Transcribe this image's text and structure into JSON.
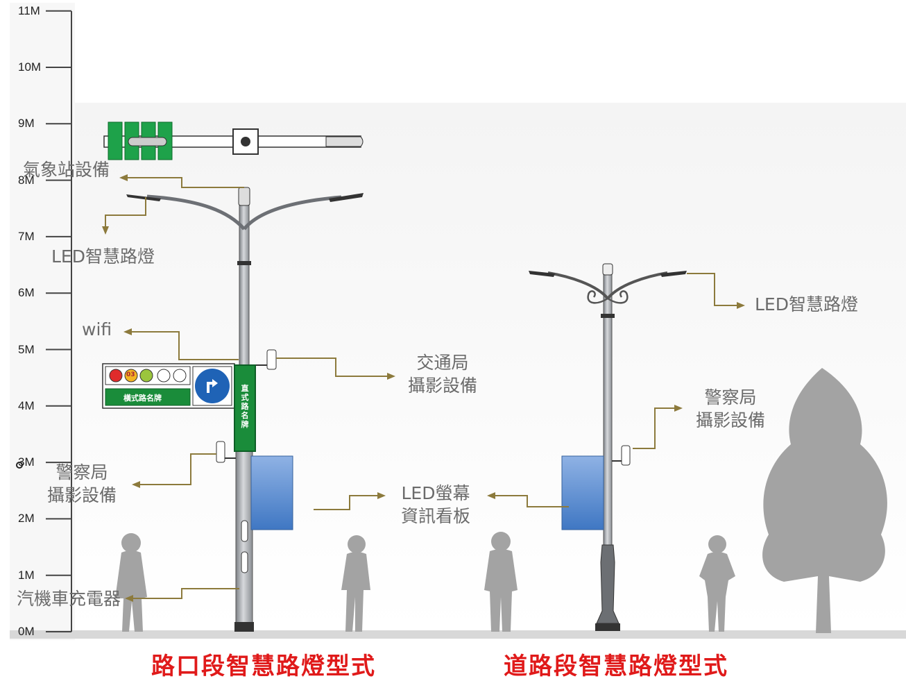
{
  "scale": {
    "unit": "M",
    "ticks": [
      "0M",
      "1M",
      "2M",
      "3M",
      "4M",
      "5M",
      "6M",
      "7M",
      "8M",
      "9M",
      "10M",
      "11M"
    ]
  },
  "captions": {
    "intersection": "路口段智慧路燈型式",
    "road": "道路段智慧路燈型式"
  },
  "intersection_labels": {
    "weather_station": "氣象站設備",
    "led_light": "LED智慧路燈",
    "wifi": "wifi",
    "traffic_camera_line1": "交通局",
    "traffic_camera_line2": "攝影設備",
    "police_camera_line1": "警察局",
    "police_camera_line2": "攝影設備",
    "charger": "汽機車充電器"
  },
  "shared_labels": {
    "led_screen_line1": "LED螢幕",
    "led_screen_line2": "資訊看板"
  },
  "road_labels": {
    "led_light": "LED智慧路燈",
    "police_camera_line1": "警察局",
    "police_camera_line2": "攝影設備"
  },
  "signs": {
    "horizontal_name": "橫式路名牌",
    "vertical_name": "直式路名牌",
    "countdown": "03"
  },
  "colors": {
    "leader_line": "#8c7a3c",
    "caption": "#e01a1a",
    "pole": "#b4b6b9",
    "sign_green": "#1a8c3a",
    "screen_blue": "#4a83cc",
    "silhouette": "#a3a3a3"
  }
}
